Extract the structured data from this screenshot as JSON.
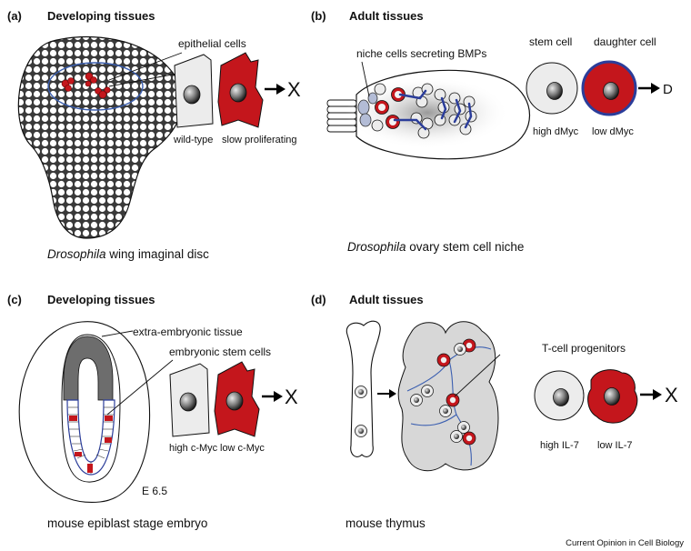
{
  "panels": {
    "a": {
      "label": "(a)",
      "title": "Developing tissues",
      "callout": "epithelial cells",
      "cell1_label": "wild-type",
      "cell2_label": "slow proliferating",
      "outcome": "X",
      "caption_italic": "Drosophila",
      "caption_rest": " wing imaginal disc"
    },
    "b": {
      "label": "(b)",
      "title": "Adult tissues",
      "callout": "niche cells secreting BMPs",
      "cell1_title": "stem cell",
      "cell2_title": "daughter cell",
      "cell1_label": "high dMyc",
      "cell2_label": "low dMyc",
      "outcome": "D",
      "caption_italic": "Drosophila",
      "caption_rest": " ovary stem cell niche"
    },
    "c": {
      "label": "(c)",
      "title": "Developing tissues",
      "callout1": "extra-embryonic tissue",
      "callout2": "embryonic stem cells",
      "stage": "E 6.5",
      "cell1_label": "high c-Myc",
      "cell2_label": "low c-Myc",
      "outcome": "X",
      "caption": "mouse epiblast stage embryo"
    },
    "d": {
      "label": "(d)",
      "title": "Adult tissues",
      "callout": "T-cell progenitors",
      "cell1_label": "high IL-7",
      "cell2_label": "low IL-7",
      "outcome": "X",
      "caption": "mouse thymus"
    }
  },
  "credit": "Current Opinion in Cell Biology",
  "colors": {
    "red": "#c4161c",
    "cell_grey": "#ececec",
    "blue": "#2b3d9a",
    "dark_grey": "#6d6d6d"
  }
}
